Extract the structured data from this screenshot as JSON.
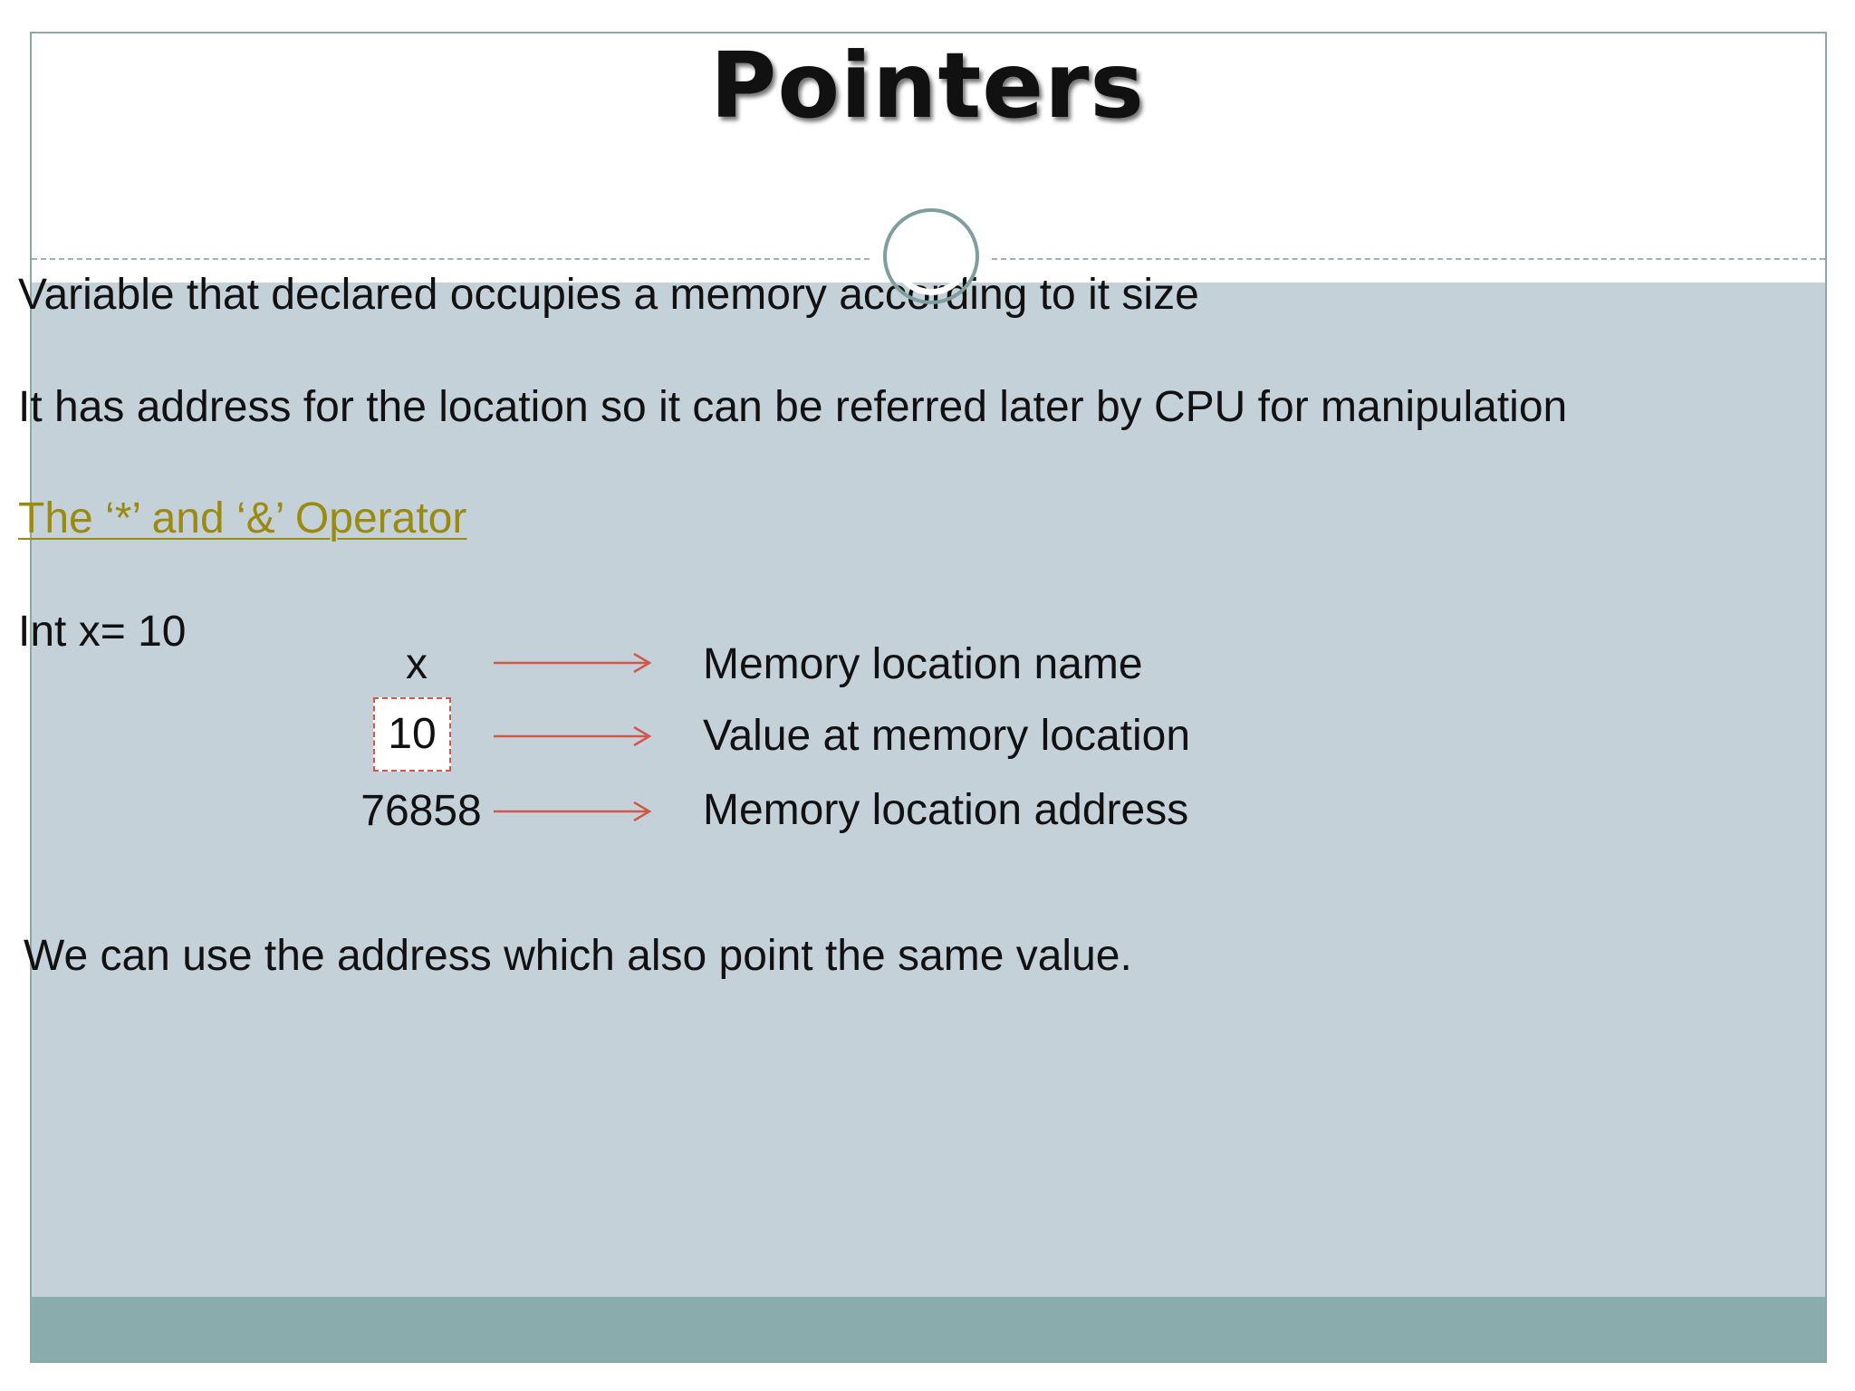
{
  "slide": {
    "title": "Pointers",
    "paragraph1": "Variable that declared occupies a memory according to it size",
    "paragraph2": "It has address for the location so it can be referred later by CPU for manipulation",
    "link_text": "The ‘*’ and ‘&’ Operator",
    "declaration": "Int x= 10",
    "diagram": {
      "rows": [
        {
          "left": "x",
          "right": "Memory location name"
        },
        {
          "left": "10",
          "right": "Value at memory location"
        },
        {
          "left": "76858",
          "right": "Memory location address"
        }
      ],
      "arrow_color": "#d0574a"
    },
    "conclusion": "We can use the address which also point the same value."
  },
  "theme": {
    "content_background": "#c5d1d8",
    "footer_color": "#8aacac",
    "link_color": "#9a8a12"
  }
}
